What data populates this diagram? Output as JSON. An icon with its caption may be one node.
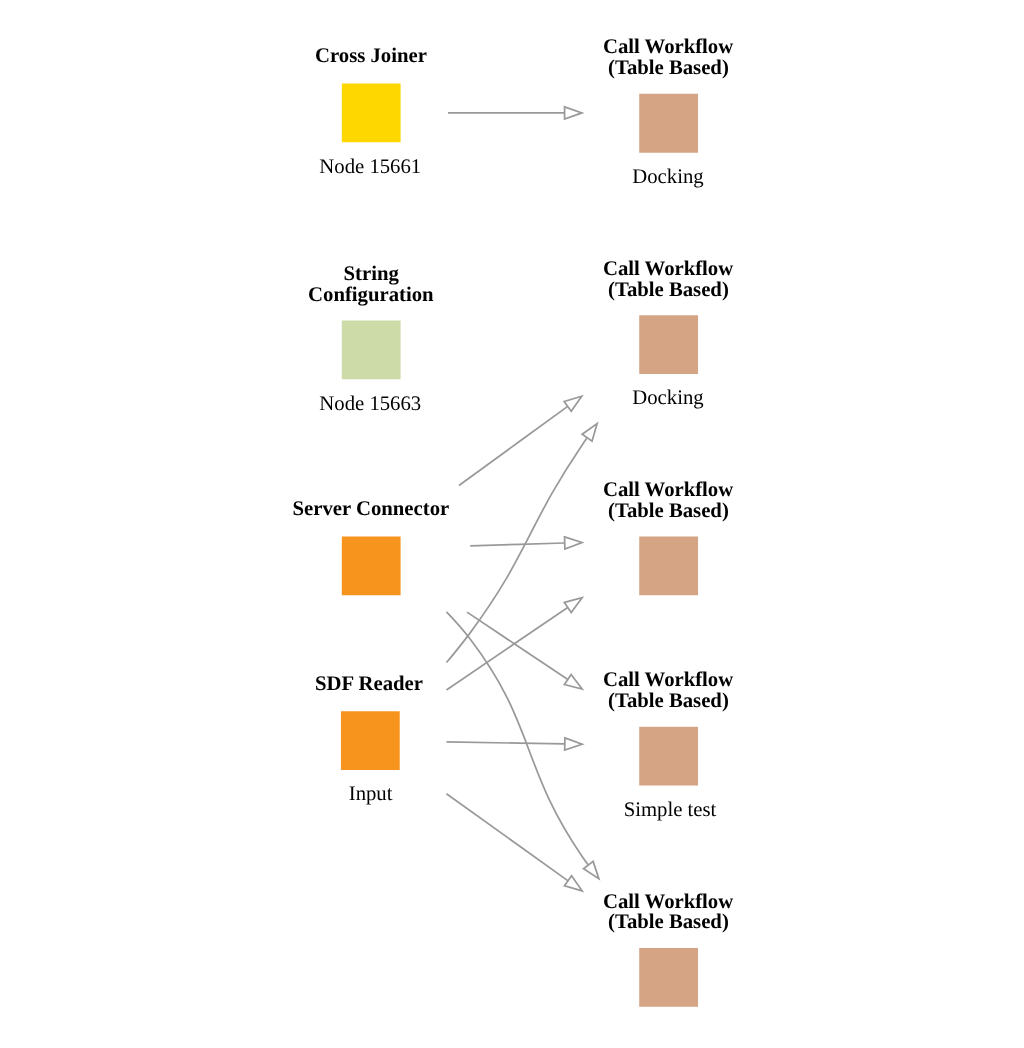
{
  "diagram": {
    "nodes": [
      {
        "text": [
          "Server Connector"
        ]
      },
      {
        "text": [
          "Call Workflow (Table Based)"
        ],
        "beside": [
          "Simple test"
        ]
      },
      {
        "text": [
          "String Configuration"
        ],
        "beside": [
          "Node 15663"
        ]
      },
      {
        "text": [
          "Call Workflow (Table Based)"
        ]
      },
      {
        "text": [
          "Call Workflow (Table Based)"
        ],
        "beside": [
          "Docking"
        ]
      },
      {
        "text": [
          "Cross Joiner"
        ],
        "beside": [
          "Node 15661"
        ]
      },
      {
        "text": [
          "Call Workflow (Table Based)"
        ],
        "beside": [
          "Docking"
        ]
      },
      {
        "text": [
          "SDF Reader"
        ],
        "beside": [
          "Input"
        ]
      },
      {
        "text": [
          "Call Workflow (Table Based)"
        ]
      }
    ],
    "edges": [
      {
        "from": 0,
        "to": 1,
        "arrow": "to"
      },
      {
        "from": 0,
        "to": 3,
        "arrow": "to"
      },
      {
        "from": 0,
        "to": 4,
        "arrow": "to"
      },
      {
        "from": 0,
        "to": 8,
        "arrow": "to"
      },
      {
        "from": 7,
        "to": 1,
        "arrow": "to"
      },
      {
        "from": 7,
        "to": 3,
        "arrow": "to"
      },
      {
        "from": 7,
        "to": 4,
        "arrow": "to"
      },
      {
        "from": 7,
        "to": 8,
        "arrow": "to"
      },
      {
        "from": 5,
        "to": 6,
        "arrow": "to"
      }
    ]
  }
}
